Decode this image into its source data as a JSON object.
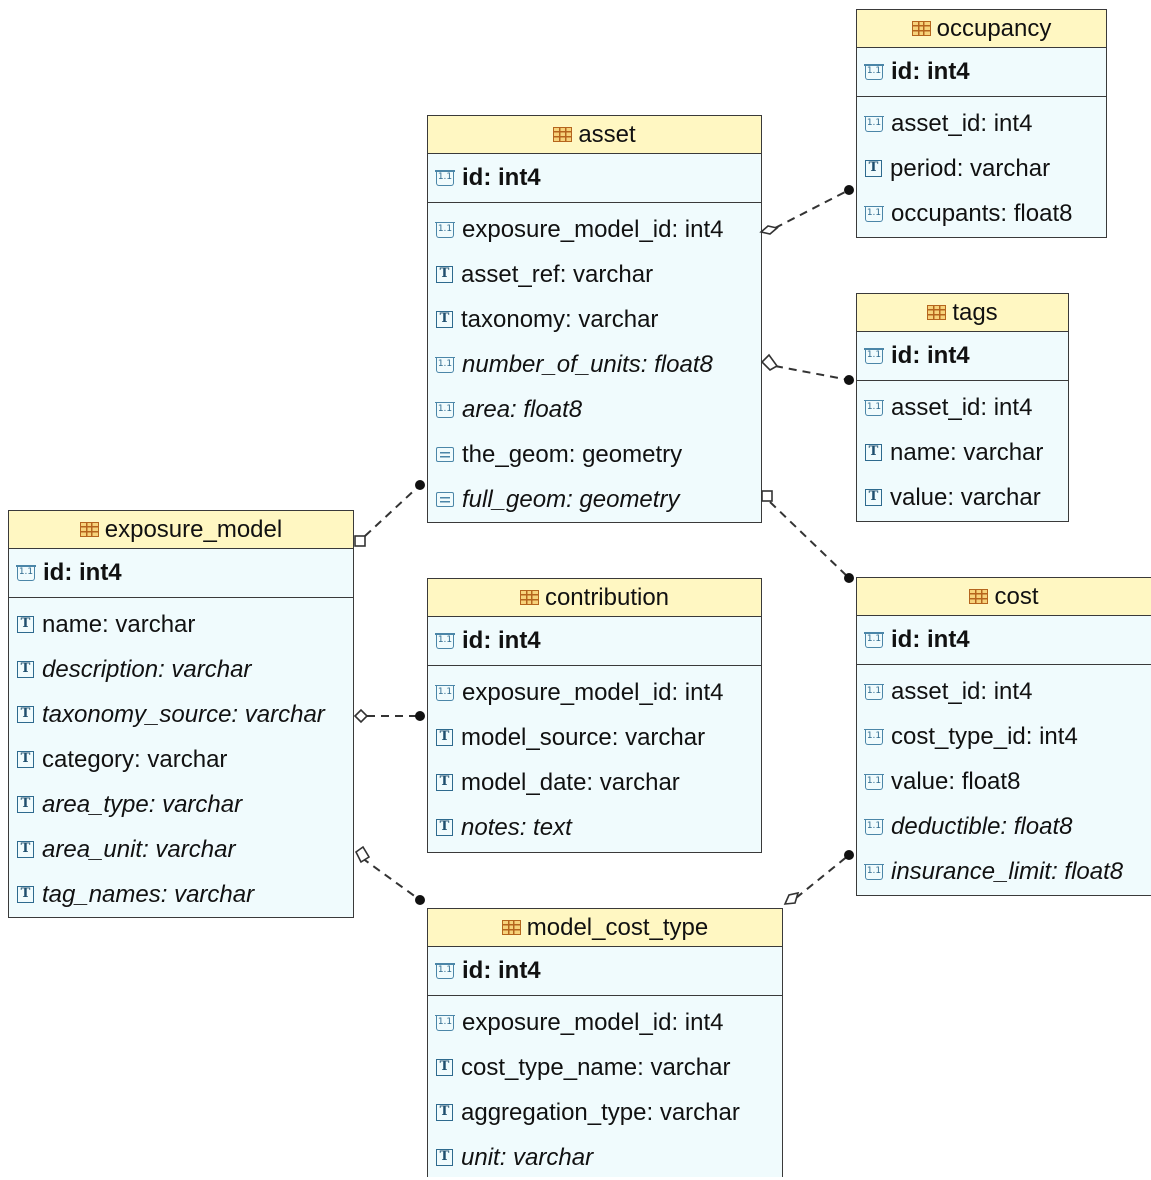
{
  "entities": {
    "occupancy": {
      "name": "occupancy",
      "pk": "id: int4",
      "columns": [
        {
          "text": "asset_id: int4",
          "icon": "numeric-column-icon"
        },
        {
          "text": "period: varchar",
          "icon": "text-column-icon"
        },
        {
          "text": "occupants: float8",
          "icon": "numeric-column-icon"
        }
      ]
    },
    "asset": {
      "name": "asset",
      "pk": "id: int4",
      "columns": [
        {
          "text": "exposure_model_id: int4",
          "icon": "numeric-column-icon"
        },
        {
          "text": "asset_ref: varchar",
          "icon": "text-column-icon"
        },
        {
          "text": "taxonomy: varchar",
          "icon": "text-column-icon"
        },
        {
          "text": "number_of_units: float8",
          "icon": "numeric-column-icon"
        },
        {
          "text": "area: float8",
          "icon": "numeric-column-icon"
        },
        {
          "text": "the_geom: geometry",
          "icon": "geometry-column-icon"
        },
        {
          "text": "full_geom: geometry",
          "icon": "geometry-column-icon"
        }
      ]
    },
    "tags": {
      "name": "tags",
      "pk": "id: int4",
      "columns": [
        {
          "text": "asset_id: int4",
          "icon": "numeric-column-icon"
        },
        {
          "text": "name: varchar",
          "icon": "text-column-icon"
        },
        {
          "text": "value: varchar",
          "icon": "text-column-icon"
        }
      ]
    },
    "exposure_model": {
      "name": "exposure_model",
      "pk": "id: int4",
      "columns": [
        {
          "text": "name: varchar",
          "icon": "text-column-icon"
        },
        {
          "text": "description: varchar",
          "icon": "text-column-icon"
        },
        {
          "text": "taxonomy_source: varchar",
          "icon": "text-column-icon"
        },
        {
          "text": "category: varchar",
          "icon": "text-column-icon"
        },
        {
          "text": "area_type: varchar",
          "icon": "text-column-icon"
        },
        {
          "text": "area_unit: varchar",
          "icon": "text-column-icon"
        },
        {
          "text": "tag_names: varchar",
          "icon": "text-column-icon"
        }
      ]
    },
    "contribution": {
      "name": "contribution",
      "pk": "id: int4",
      "columns": [
        {
          "text": "exposure_model_id: int4",
          "icon": "numeric-column-icon"
        },
        {
          "text": "model_source: varchar",
          "icon": "text-column-icon"
        },
        {
          "text": "model_date: varchar",
          "icon": "text-column-icon"
        },
        {
          "text": "notes: text",
          "icon": "text-column-icon"
        }
      ]
    },
    "cost": {
      "name": "cost",
      "pk": "id: int4",
      "columns": [
        {
          "text": "asset_id: int4",
          "icon": "numeric-column-icon"
        },
        {
          "text": "cost_type_id: int4",
          "icon": "numeric-column-icon"
        },
        {
          "text": "value: float8",
          "icon": "numeric-column-icon"
        },
        {
          "text": "deductible: float8",
          "icon": "numeric-column-icon"
        },
        {
          "text": "insurance_limit: float8",
          "icon": "numeric-column-icon"
        }
      ]
    },
    "model_cost_type": {
      "name": "model_cost_type",
      "pk": "id: int4",
      "columns": [
        {
          "text": "exposure_model_id: int4",
          "icon": "numeric-column-icon"
        },
        {
          "text": "cost_type_name: varchar",
          "icon": "text-column-icon"
        },
        {
          "text": "aggregation_type: varchar",
          "icon": "text-column-icon"
        },
        {
          "text": "unit: varchar",
          "icon": "text-column-icon"
        }
      ]
    }
  },
  "relationships": [
    {
      "from": "occupancy",
      "to": "asset"
    },
    {
      "from": "tags",
      "to": "asset"
    },
    {
      "from": "asset",
      "to": "exposure_model"
    },
    {
      "from": "cost",
      "to": "asset"
    },
    {
      "from": "contribution",
      "to": "exposure_model"
    },
    {
      "from": "model_cost_type",
      "to": "exposure_model"
    },
    {
      "from": "cost",
      "to": "model_cost_type"
    }
  ],
  "colors": {
    "header": "#fff7c2",
    "body": "#f0fbfd",
    "border": "#3a3a3a",
    "connector": "#333333"
  }
}
